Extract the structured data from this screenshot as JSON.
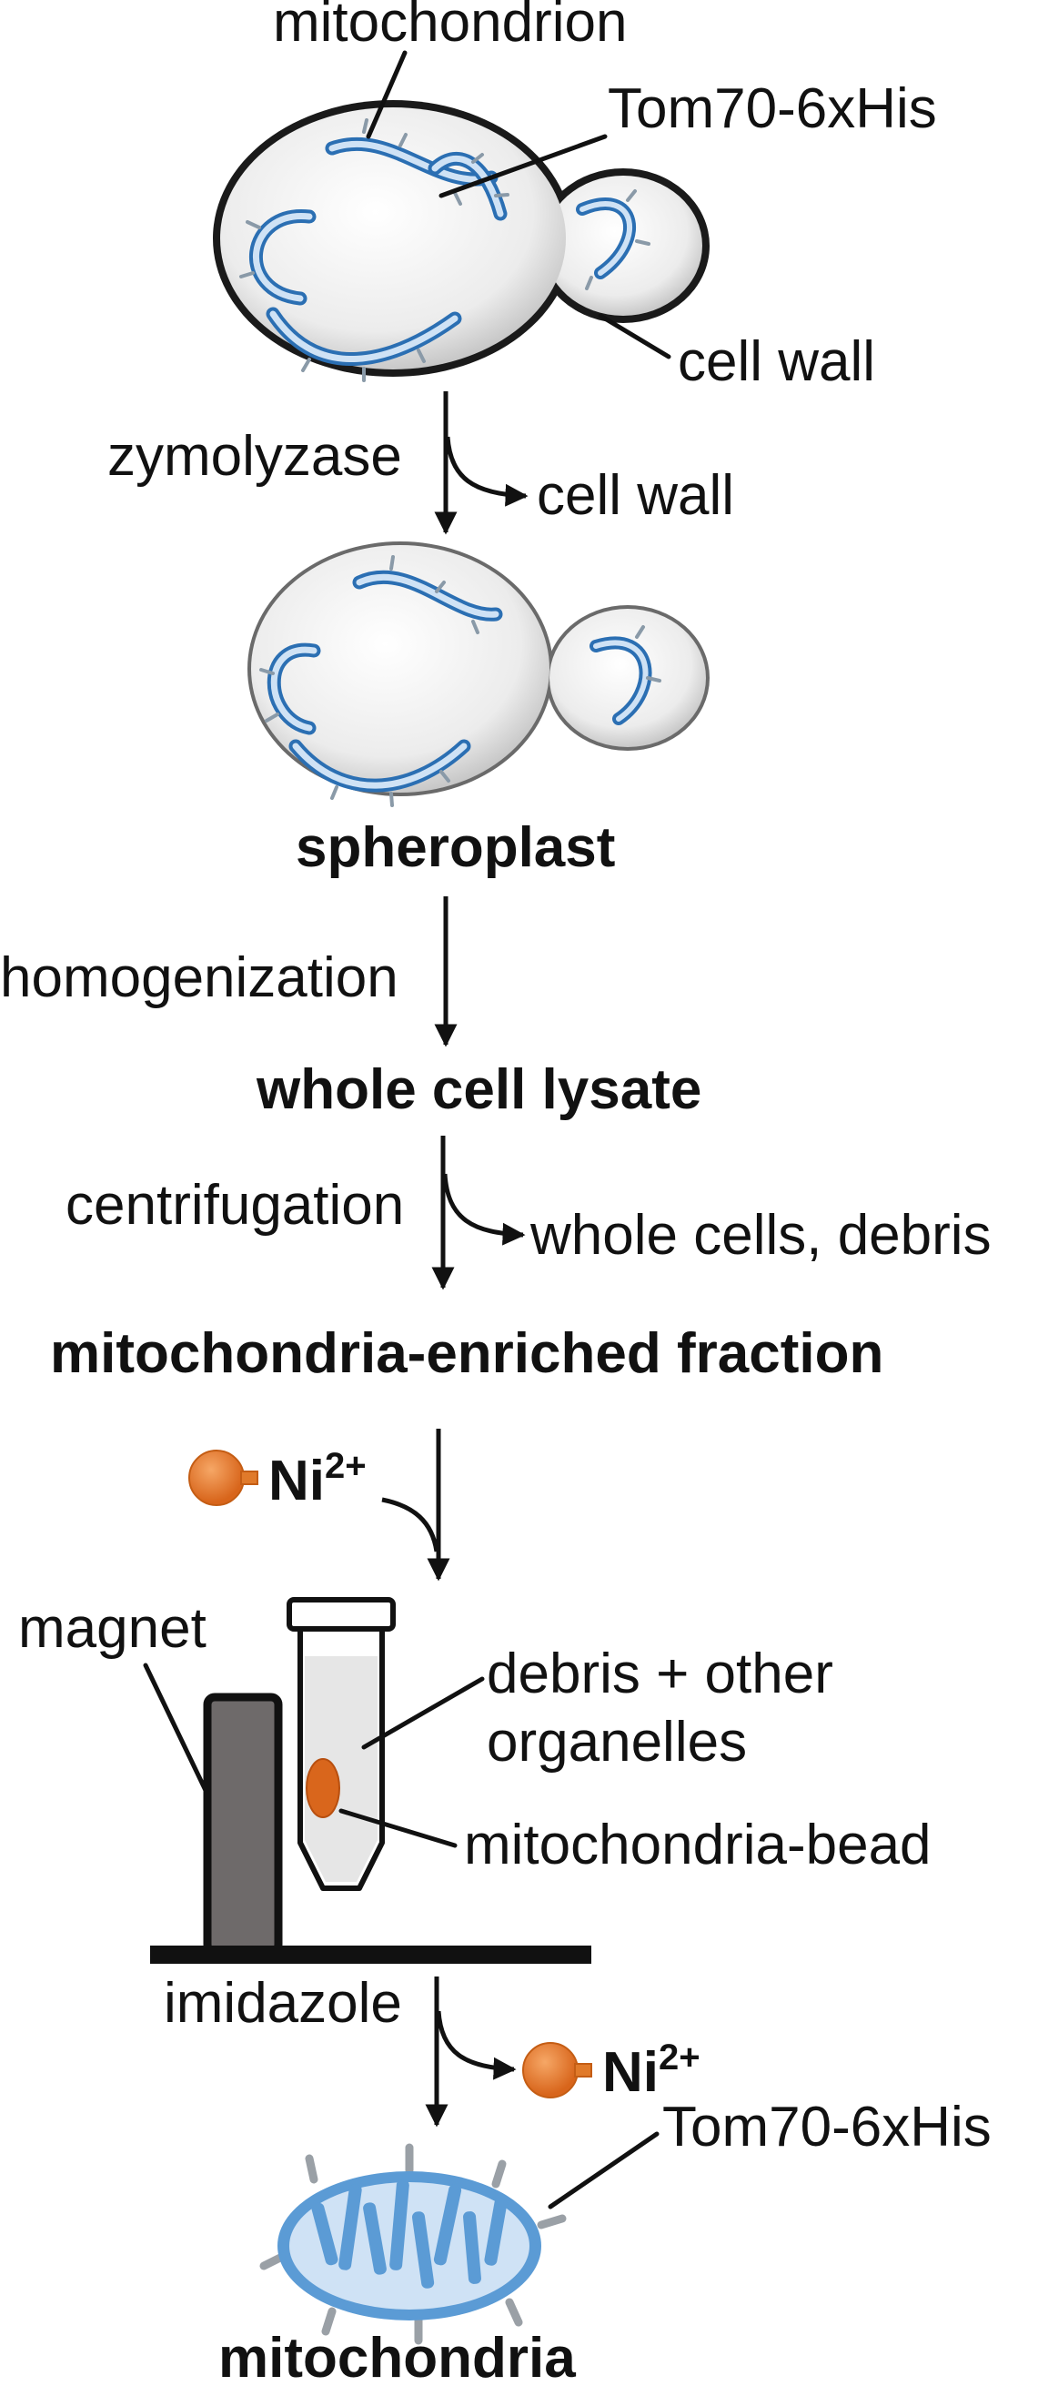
{
  "colors": {
    "ink": "#111111",
    "membrane": "#3b7fc4",
    "membrane_fill": "#cfe2f5",
    "receptor": "#8a9aa8",
    "cell_fill": "#e8e8e8",
    "bead": "#e07a2a",
    "magnet": "#6e6a6a"
  },
  "icons": {
    "bead": "nickel-bead-icon",
    "magnet": "magnet-icon",
    "tube": "tube-icon"
  },
  "labels": {
    "mitochondrion": "mitochondrion",
    "tom70_top": "Tom70-6xHis",
    "cell_wall": "cell wall",
    "zymolyzase": "zymolyzase",
    "cell_wall_removed": "cell wall",
    "spheroplast": "spheroplast",
    "homogenization": "homogenization",
    "whole_cell_lysate": "whole cell lysate",
    "centrifugation": "centrifugation",
    "whole_cells_debris": "whole cells, debris",
    "mito_enriched": "mitochondria-enriched fraction",
    "ni_text": "Ni",
    "ni_sup": "2+",
    "magnet": "magnet",
    "debris_line1": "debris + other",
    "debris_line2": "organelles",
    "mito_bead": "mitochondria-bead",
    "imidazole": "imidazole",
    "ni2_text": "Ni",
    "ni2_sup": "2+",
    "tom70_bottom": "Tom70-6xHis",
    "mitochondria": "mitochondria"
  }
}
